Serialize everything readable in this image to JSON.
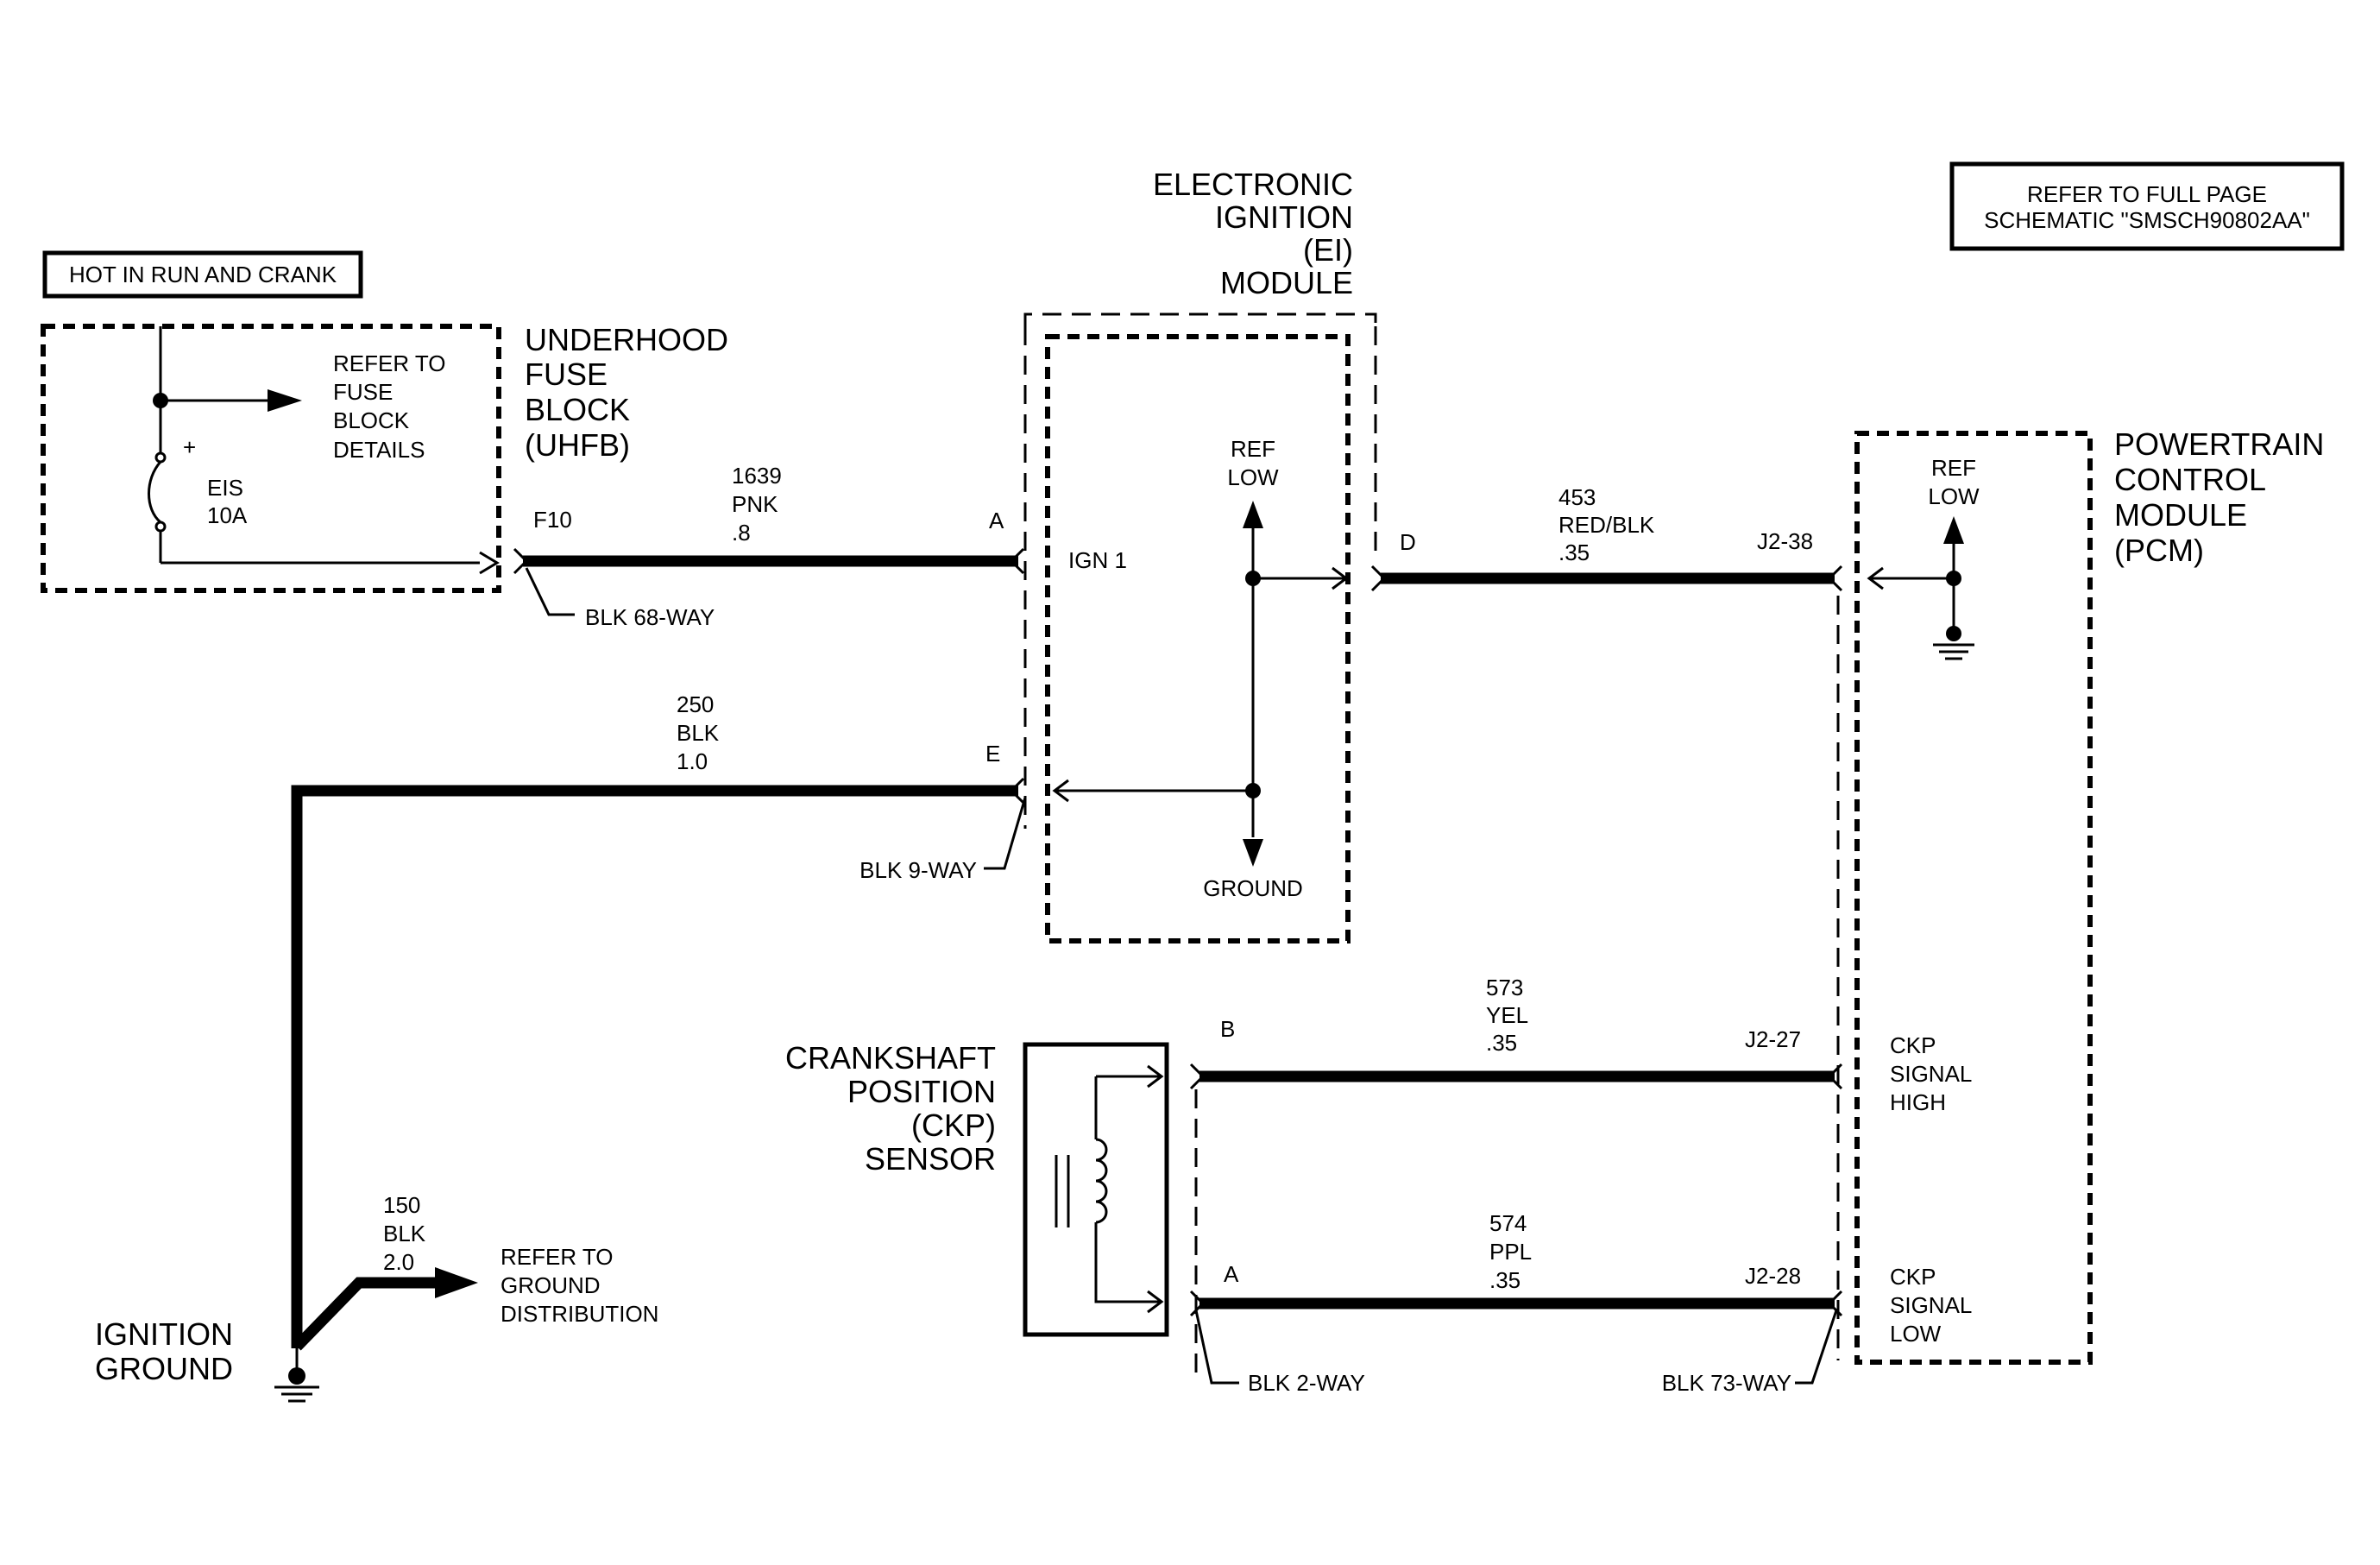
{
  "refer_box": {
    "line1": "REFER TO FULL PAGE",
    "line2": "SCHEMATIC \"SMSCH90802AA\""
  },
  "hot_label": "HOT IN RUN AND CRANK",
  "uhfb": {
    "title": [
      "UNDERHOOD",
      "FUSE",
      "BLOCK",
      "(UHFB)"
    ],
    "refer": [
      "REFER TO",
      "FUSE",
      "BLOCK",
      "DETAILS"
    ],
    "fuse_name": "EIS",
    "fuse_rating": "10A",
    "fuse_polarity": "+",
    "terminal": "F10",
    "connector": "BLK 68-WAY"
  },
  "ei_module": {
    "title": [
      "ELECTRONIC",
      "IGNITION",
      "(EI)",
      "MODULE"
    ],
    "ign_label": "IGN 1",
    "ref_low": [
      "REF",
      "LOW"
    ],
    "ground_label": "GROUND",
    "term_a": "A",
    "term_e": "E",
    "term_d": "D",
    "connector": "BLK 9-WAY"
  },
  "pcm": {
    "title": [
      "POWERTRAIN",
      "CONTROL",
      "MODULE",
      "(PCM)"
    ],
    "ref_low": [
      "REF",
      "LOW"
    ],
    "ckp_high": [
      "CKP",
      "SIGNAL",
      "HIGH"
    ],
    "ckp_low": [
      "CKP",
      "SIGNAL",
      "LOW"
    ],
    "pin_38": "J2-38",
    "pin_27": "J2-27",
    "pin_28": "J2-28",
    "connector": "BLK 73-WAY"
  },
  "ckp_sensor": {
    "title": [
      "CRANKSHAFT",
      "POSITION",
      "(CKP)",
      "SENSOR"
    ],
    "term_b": "B",
    "term_a": "A",
    "connector": "BLK 2-WAY"
  },
  "ground": {
    "title": [
      "IGNITION",
      "GROUND"
    ],
    "refer": [
      "REFER TO",
      "GROUND",
      "DISTRIBUTION"
    ]
  },
  "wires": {
    "w1639": [
      "1639",
      "PNK",
      ".8"
    ],
    "w250": [
      "250",
      "BLK",
      "1.0"
    ],
    "w453": [
      "453",
      "RED/BLK",
      ".35"
    ],
    "w573": [
      "573",
      "YEL",
      ".35"
    ],
    "w574": [
      "574",
      "PPL",
      ".35"
    ],
    "w150": [
      "150",
      "BLK",
      "2.0"
    ]
  }
}
